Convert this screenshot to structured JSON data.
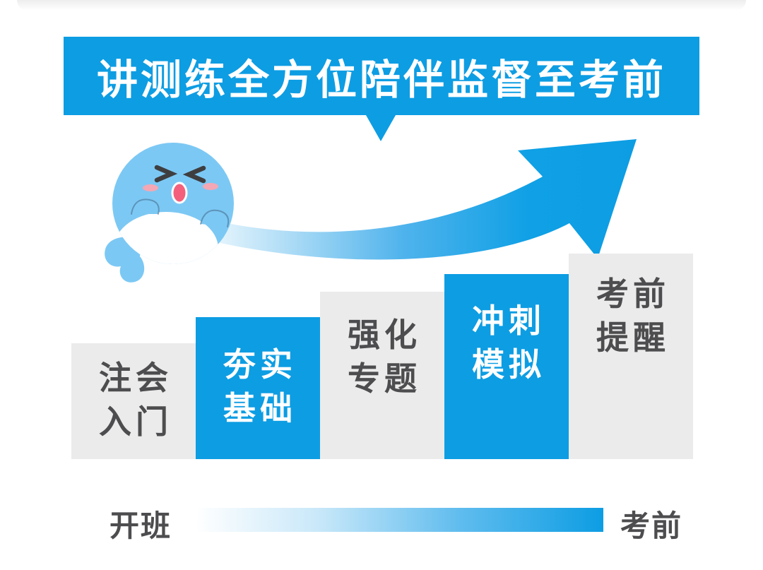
{
  "banner": {
    "title": "讲测练全方位陪伴监督至考前",
    "bg_color": "#0D9DE3",
    "text_color": "#FFFFFF"
  },
  "mascot": {
    "description": "cute blue whale mascot with squeezed >< eyes, pink blush, open mouth, white belly, cheering fists",
    "body_color": "#7CC8F4",
    "blush_color": "#F4A7B4",
    "mouth_color": "#F4607C",
    "eye_color": "#3E3E40"
  },
  "arrow": {
    "description": "upward curved growth arrow from mascot to top right",
    "gradient_from": "#E8F6FD",
    "gradient_to": "#0D9DE3"
  },
  "steps": [
    {
      "label_line1": "注会",
      "label_line2": "入门",
      "variant": "gray"
    },
    {
      "label_line1": "夯实",
      "label_line2": "基础",
      "variant": "blue"
    },
    {
      "label_line1": "强化",
      "label_line2": "专题",
      "variant": "gray"
    },
    {
      "label_line1": "冲刺",
      "label_line2": "模拟",
      "variant": "blue"
    },
    {
      "label_line1": "考前",
      "label_line2": "提醒",
      "variant": "gray"
    }
  ],
  "timeline": {
    "start_label": "开班",
    "end_label": "考前",
    "gradient_from": "#FFFFFF",
    "gradient_to": "#0D9DE3"
  },
  "colors": {
    "step_gray_bg": "#EBEBEB",
    "step_blue_bg": "#0D9DE3",
    "dark_text": "#4D4D4F"
  }
}
